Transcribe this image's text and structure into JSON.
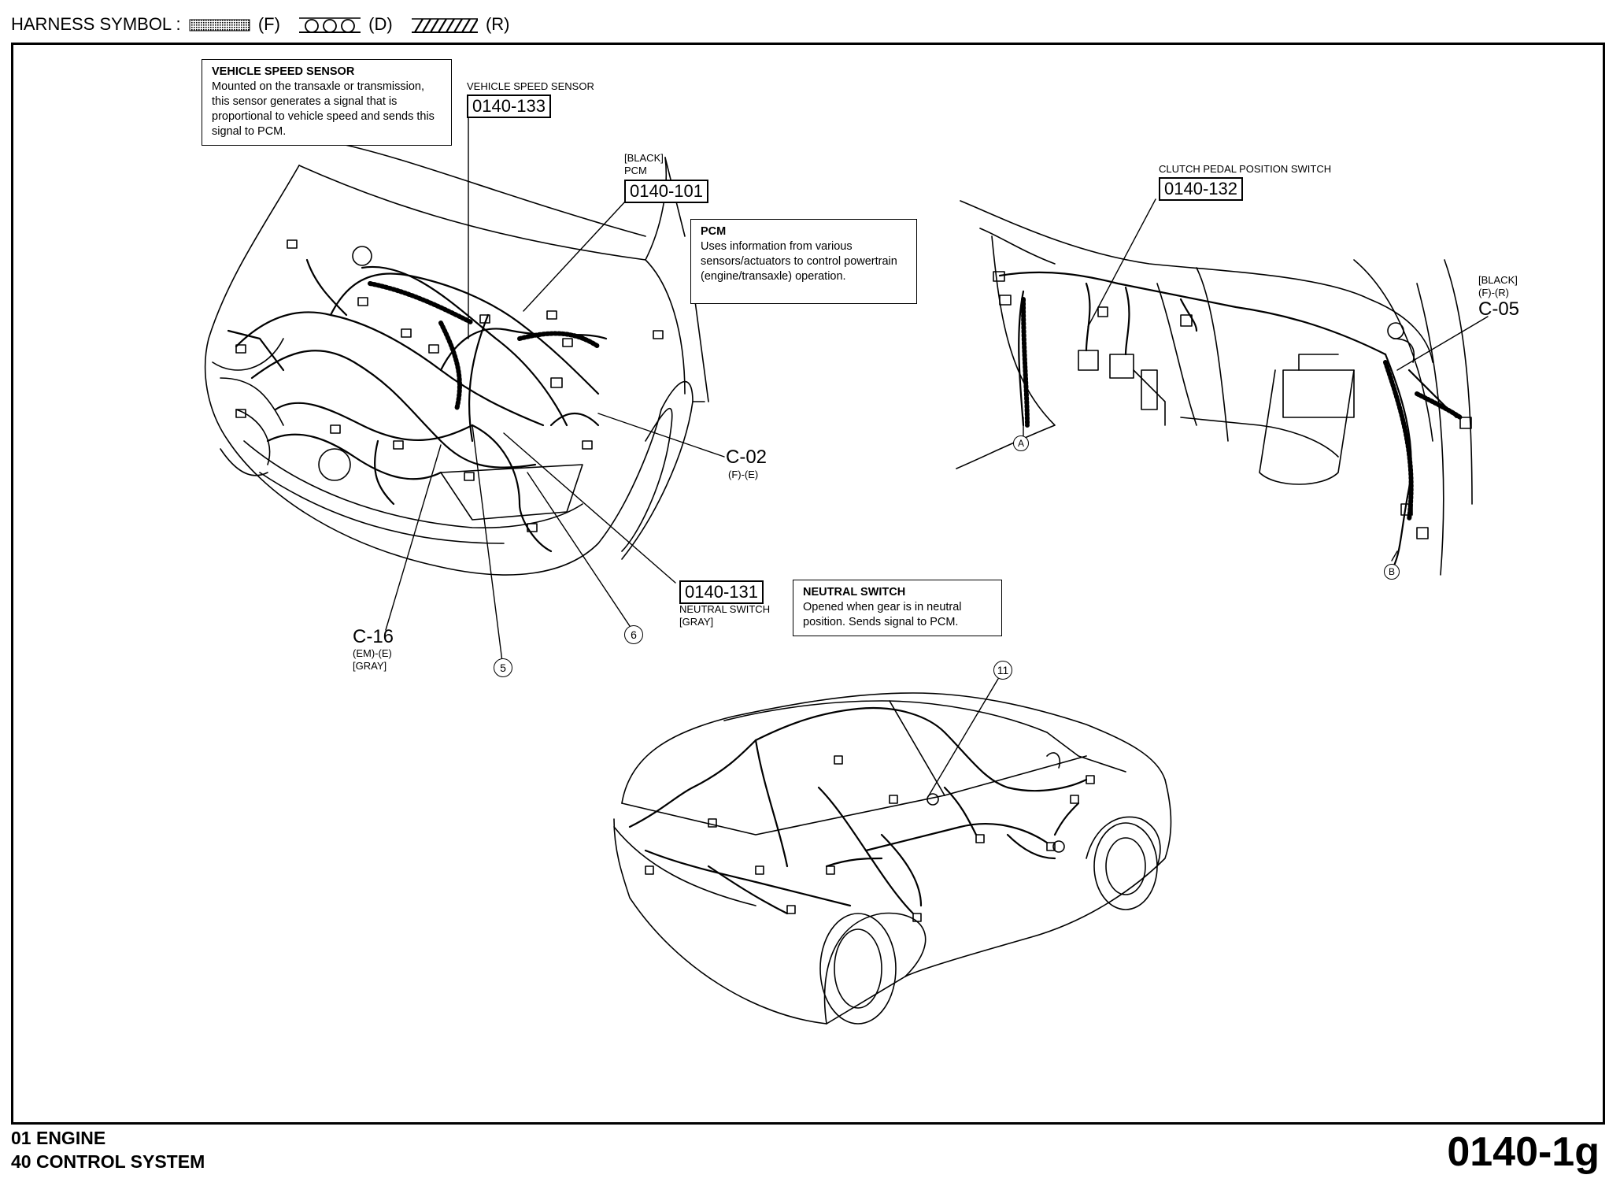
{
  "header": {
    "label": "HARNESS SYMBOL :",
    "symbols": [
      {
        "code": "(F)",
        "icon": "dotted-band-icon"
      },
      {
        "code": "(D)",
        "icon": "circle-chain-icon"
      },
      {
        "code": "(R)",
        "icon": "hatched-band-icon"
      }
    ]
  },
  "notes": {
    "vss": {
      "title": "VEHICLE SPEED SENSOR",
      "body": "Mounted on the transaxle or transmission, this sensor generates a signal that is proportional to vehicle speed and sends this signal to PCM."
    },
    "pcm": {
      "title": "PCM",
      "body": "Uses information from various sensors/actuators to control powertrain (engine/transaxle) operation."
    },
    "neutral": {
      "title": "NEUTRAL SWITCH",
      "body": "Opened when gear is in neutral position. Sends signal to PCM."
    }
  },
  "refs": {
    "vss": {
      "caption": "VEHICLE SPEED SENSOR",
      "code": "0140-133"
    },
    "pcm": {
      "color": "[BLACK]",
      "caption": "PCM",
      "code": "0140-101"
    },
    "clutch": {
      "caption": "CLUTCH PEDAL POSITION SWITCH",
      "code": "0140-132"
    },
    "neutral": {
      "code": "0140-131",
      "caption": "NEUTRAL SWITCH",
      "color": "[GRAY]"
    }
  },
  "connectors": {
    "c02": {
      "id": "C-02",
      "harness": "(F)-(E)"
    },
    "c05": {
      "color": "[BLACK]",
      "harness": "(F)-(R)",
      "id": "C-05"
    },
    "c16": {
      "id": "C-16",
      "harness": "(EM)-(E)",
      "color": "[GRAY]"
    }
  },
  "callouts": {
    "five": "5",
    "six": "6",
    "eleven": "11",
    "a": "A",
    "b": "B"
  },
  "footer": {
    "line1": "01  ENGINE",
    "line2": "40  CONTROL SYSTEM",
    "page": "0140-1g"
  }
}
